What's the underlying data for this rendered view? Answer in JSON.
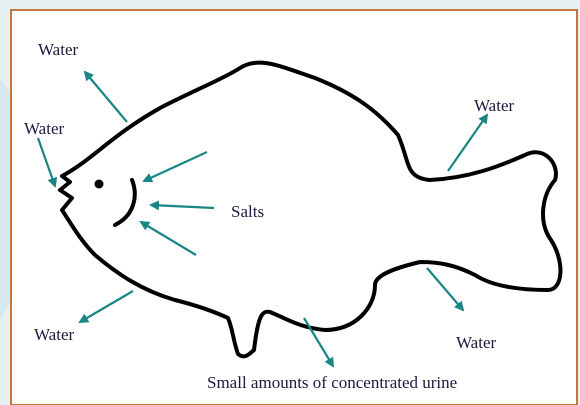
{
  "labels": {
    "water_top_left": "Water",
    "water_left": "Water",
    "water_right_top": "Water",
    "salts": "Salts",
    "water_bottom_left": "Water",
    "water_bottom_right": "Water",
    "urine": "Small amounts of concentrated urine"
  },
  "colors": {
    "frame": "#c8753a",
    "background": "#e6f1f4",
    "panel": "#ffffff",
    "fish_outline": "#000000",
    "arrow": "#1a8585",
    "text": "#1a1a40"
  }
}
